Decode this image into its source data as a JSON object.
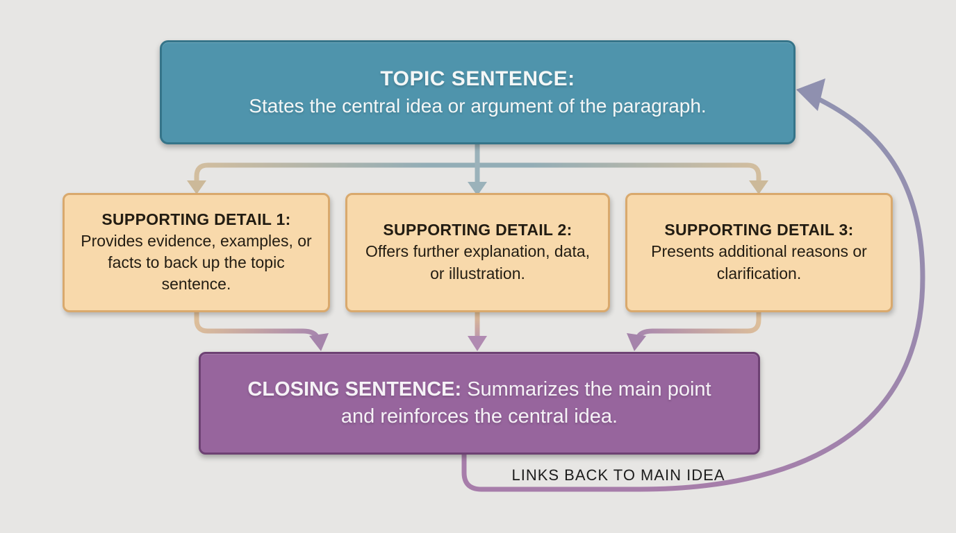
{
  "diagram": {
    "title_implied": "Paragraph structure flow",
    "topic_box": {
      "title": "TOPIC SENTENCE:",
      "body": "States the central idea or argument of the paragraph."
    },
    "supporting_boxes": [
      {
        "title": "SUPPORTING DETAIL 1:",
        "body": "Provides evidence, examples, or facts to back up the topic sentence."
      },
      {
        "title": "SUPPORTING DETAIL 2:",
        "body": "Offers further explanation, data, or illustration."
      },
      {
        "title": "SUPPORTING DETAIL 3:",
        "body": "Presents additional reasons or clarification."
      }
    ],
    "closing_box": {
      "title": "CLOSING SENTENCE:",
      "body": " Summarizes the main point and reinforces the central idea."
    },
    "loop_arrow_label": "LINKS BACK TO MAIN IDEA",
    "colors": {
      "background": "#e7e6e4",
      "topic_fill": "#4f94ac",
      "topic_border": "#357489",
      "supporting_fill": "#f8d9ab",
      "supporting_border": "#d9a96d",
      "closing_fill": "#97659d",
      "closing_border": "#6d4173",
      "connector_teal": "#93adb6",
      "connector_tan": "#dcc09b",
      "connector_purple": "#a783ab",
      "loop_arrow": "#9a8bac",
      "text_light": "#f4f7f7",
      "text_dark": "#221c12"
    }
  }
}
